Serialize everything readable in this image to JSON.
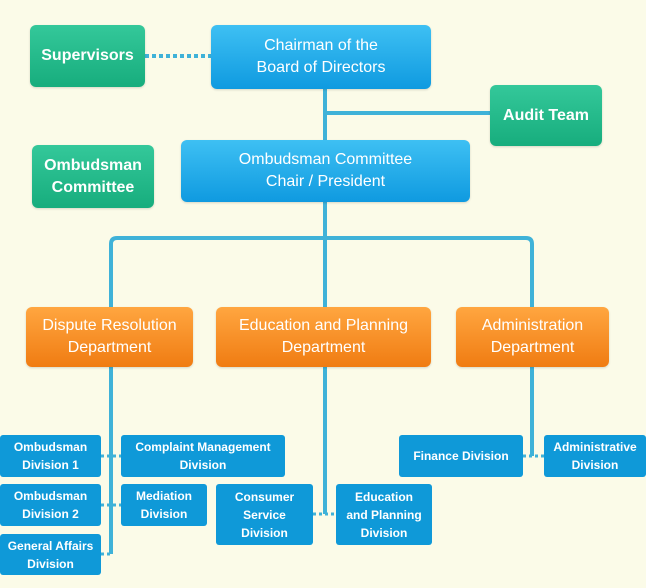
{
  "colors": {
    "connector": "#3fb2d8",
    "board_node": "#1aa6ea",
    "support_node": "#1fb988",
    "department_node": "#f58a1e",
    "division_node": "#0f99d8",
    "background": "#fbfbe8"
  },
  "nodes": {
    "chairman": "Chairman of the\nBoard of Directors",
    "supervisors": "Supervisors",
    "audit_team": "Audit Team",
    "ombudsman_committee": "Ombudsman\nCommittee",
    "committee_chair": "Ombudsman Committee\nChair / President",
    "dispute_resolution": "Dispute Resolution\nDepartment",
    "education_planning": "Education and Planning\nDepartment",
    "administration": "Administration\nDepartment",
    "ombudsman_div1": "Ombudsman\nDivision 1",
    "ombudsman_div2": "Ombudsman\nDivision 2",
    "general_affairs": "General Affairs\nDivision",
    "complaint_mgmt": "Complaint Management\nDivision",
    "mediation": "Mediation\nDivision",
    "consumer_service": "Consumer\nService\nDivision",
    "education_planning_div": "Education\nand Planning\nDivision",
    "finance": "Finance Division",
    "administrative": "Administrative\nDivision"
  }
}
